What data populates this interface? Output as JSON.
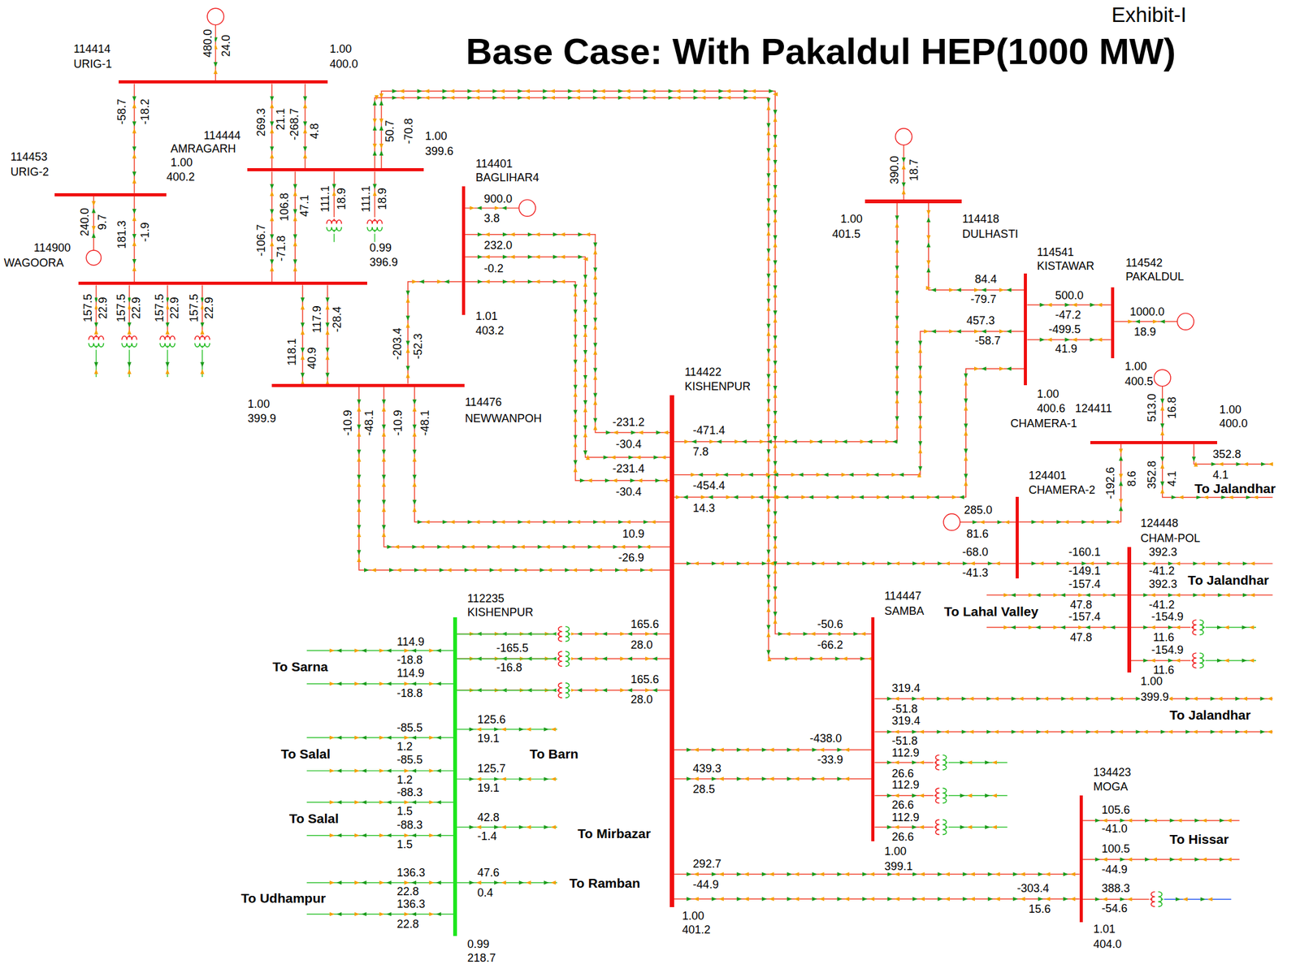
{
  "diagram": {
    "title": "Base Case: With Pakaldul HEP(1000 MW)",
    "nodes": [
      {
        "text": [
          "114414",
          "URIG-1",
          "1.00",
          "400.0"
        ]
      },
      {
        "text": [
          "114453",
          "URIG-2",
          "1.00",
          "400.2"
        ]
      },
      {
        "text": [
          "114444",
          "AMRAGARH",
          "1.00",
          "399.6"
        ]
      },
      {
        "text": [
          "114401",
          "BAGLIHAR4",
          "1.01",
          "403.2"
        ]
      },
      {
        "text": [
          "114418",
          "DULHASTI",
          "1.00",
          "401.5"
        ]
      },
      {
        "text": [
          "114541",
          "KISTAWAR",
          "1.00",
          "400.6"
        ]
      },
      {
        "text": [
          "114542",
          "PAKALDUL",
          "1.00",
          "400.5"
        ]
      },
      {
        "text": [
          "114900",
          "WAGOORA",
          "0.99",
          "396.9"
        ]
      },
      {
        "text": [
          "114476",
          "NEWWANPOH",
          "1.00",
          "399.9"
        ]
      },
      {
        "text": [
          "114422",
          "KISHENPUR",
          "1.00",
          "401.2"
        ]
      },
      {
        "text": [
          "124411",
          "CHAMERA-1",
          "1.00",
          "400.0"
        ]
      },
      {
        "text": [
          "124401",
          "CHAMERA-2"
        ]
      },
      {
        "text": [
          "124448",
          "CHAM-POL",
          "1.00",
          "399.9"
        ]
      },
      {
        "text": [
          "112235",
          "KISHENPUR",
          "0.99",
          "218.7"
        ]
      },
      {
        "text": [
          "114447",
          "SAMBA",
          "1.00",
          "399.1"
        ]
      },
      {
        "text": [
          "134423",
          "MOGA",
          "1.01",
          "404.0"
        ]
      }
    ],
    "edges": [
      {
        "from": 0,
        "to": 1,
        "arrow": "none"
      },
      {
        "from": 1,
        "to": 7,
        "arrow": "none"
      },
      {
        "from": 0,
        "to": 2,
        "arrow": "none"
      },
      {
        "from": 0,
        "to": 2,
        "arrow": "none"
      },
      {
        "from": 2,
        "to": 7,
        "arrow": "none"
      },
      {
        "from": 2,
        "to": 7,
        "arrow": "none"
      },
      {
        "from": 7,
        "to": 8,
        "arrow": "none"
      },
      {
        "from": 7,
        "to": 8,
        "arrow": "none"
      },
      {
        "from": 2,
        "to": 14,
        "arrow": "none"
      },
      {
        "from": 2,
        "to": 14,
        "arrow": "none"
      },
      {
        "from": 3,
        "to": 9,
        "arrow": "none"
      },
      {
        "from": 3,
        "to": 9,
        "arrow": "none"
      },
      {
        "from": 3,
        "to": 9,
        "arrow": "none"
      },
      {
        "from": 3,
        "to": 8,
        "arrow": "none"
      },
      {
        "from": 8,
        "to": 9,
        "arrow": "none"
      },
      {
        "from": 8,
        "to": 9,
        "arrow": "none"
      },
      {
        "from": 8,
        "to": 9,
        "arrow": "none"
      },
      {
        "from": 4,
        "to": 9,
        "arrow": "none"
      },
      {
        "from": 5,
        "to": 4,
        "arrow": "none"
      },
      {
        "from": 5,
        "to": 9,
        "arrow": "none"
      },
      {
        "from": 5,
        "to": 9,
        "arrow": "none"
      },
      {
        "from": 5,
        "to": 6,
        "arrow": "none"
      },
      {
        "from": 5,
        "to": 6,
        "arrow": "none"
      },
      {
        "from": 9,
        "to": 11,
        "arrow": "none"
      },
      {
        "from": 11,
        "to": 12,
        "arrow": "none"
      },
      {
        "from": 11,
        "to": 10,
        "arrow": "none"
      },
      {
        "from": 9,
        "to": 14,
        "arrow": "none"
      },
      {
        "from": 9,
        "to": 14,
        "arrow": "none"
      },
      {
        "from": 9,
        "to": 15,
        "arrow": "none"
      },
      {
        "from": 9,
        "to": 15,
        "arrow": "none"
      },
      {
        "from": 9,
        "to": 13,
        "arrow": "none"
      },
      {
        "from": 9,
        "to": 13,
        "arrow": "none"
      },
      {
        "from": 9,
        "to": 13,
        "arrow": "none"
      }
    ],
    "labels": [
      "Exhibit-I",
      "480.0",
      "24.0",
      "-58.7",
      "-18.2",
      "269.3",
      "21.1",
      "-268.7",
      "4.8",
      "50.7",
      "-70.8",
      "240.0",
      "9.7",
      "181.3",
      "-1.9",
      "-106.7",
      "-71.8",
      "106.8",
      "47.1",
      "111.1",
      "18.9",
      "111.1",
      "18.9",
      "157.5",
      "22.9",
      "157.5",
      "22.9",
      "157.5",
      "22.9",
      "157.5",
      "22.9",
      "900.0",
      "3.8",
      "232.0",
      "-0.2",
      "-203.4",
      "-52.3",
      "118.1",
      "40.9",
      "117.9",
      "-28.4",
      "-10.9",
      "-48.1",
      "-10.9",
      "-48.1",
      "-231.2",
      "-30.4",
      "-231.4",
      "-30.4",
      "-471.4",
      "7.8",
      "-454.4",
      "14.3",
      "10.9",
      "-26.9",
      "390.0",
      "18.7",
      "84.4",
      "-79.7",
      "457.3",
      "-58.7",
      "500.0",
      "-47.2",
      "-499.5",
      "41.9",
      "1000.0",
      "18.9",
      "513.0",
      "16.8",
      "352.8",
      "4.1",
      "-192.6",
      "8.6",
      "352.8",
      "4.1",
      "To Jalandhar",
      "285.0",
      "81.6",
      "-68.0",
      "-41.3",
      "-160.1",
      "-149.1",
      "392.3",
      "-41.2",
      "-157.4",
      "47.8",
      "392.3",
      "-41.2",
      "To Jalandhar",
      "To Lahal Valley",
      "-157.4",
      "47.8",
      "-154.9",
      "11.6",
      "-154.9",
      "11.6",
      "114.9",
      "-18.8",
      "-165.5",
      "-16.8",
      "114.9",
      "-18.8",
      "165.6",
      "28.0",
      "165.6",
      "28.0",
      "To Sarna",
      "-85.5",
      "1.2",
      "-85.5",
      "1.2",
      "125.6",
      "19.1",
      "125.7",
      "19.1",
      "To Salal",
      "To Barn",
      "-88.3",
      "1.5",
      "-88.3",
      "1.5",
      "42.8",
      "-1.4",
      "To Salal",
      "To Mirbazar",
      "136.3",
      "22.8",
      "47.6",
      "0.4",
      "To Ramban",
      "136.3",
      "22.8",
      "To Udhampur",
      "-50.6",
      "-66.2",
      "319.4",
      "-51.8",
      "319.4",
      "-51.8",
      "To Jalandhar",
      "-438.0",
      "-33.9",
      "112.9",
      "26.6",
      "112.9",
      "26.6",
      "112.9",
      "26.6",
      "439.3",
      "28.5",
      "105.6",
      "-41.0",
      "100.5",
      "-44.9",
      "To Hissar",
      "292.7",
      "-44.9",
      "-303.4",
      "15.6",
      "388.3",
      "-54.6"
    ]
  }
}
